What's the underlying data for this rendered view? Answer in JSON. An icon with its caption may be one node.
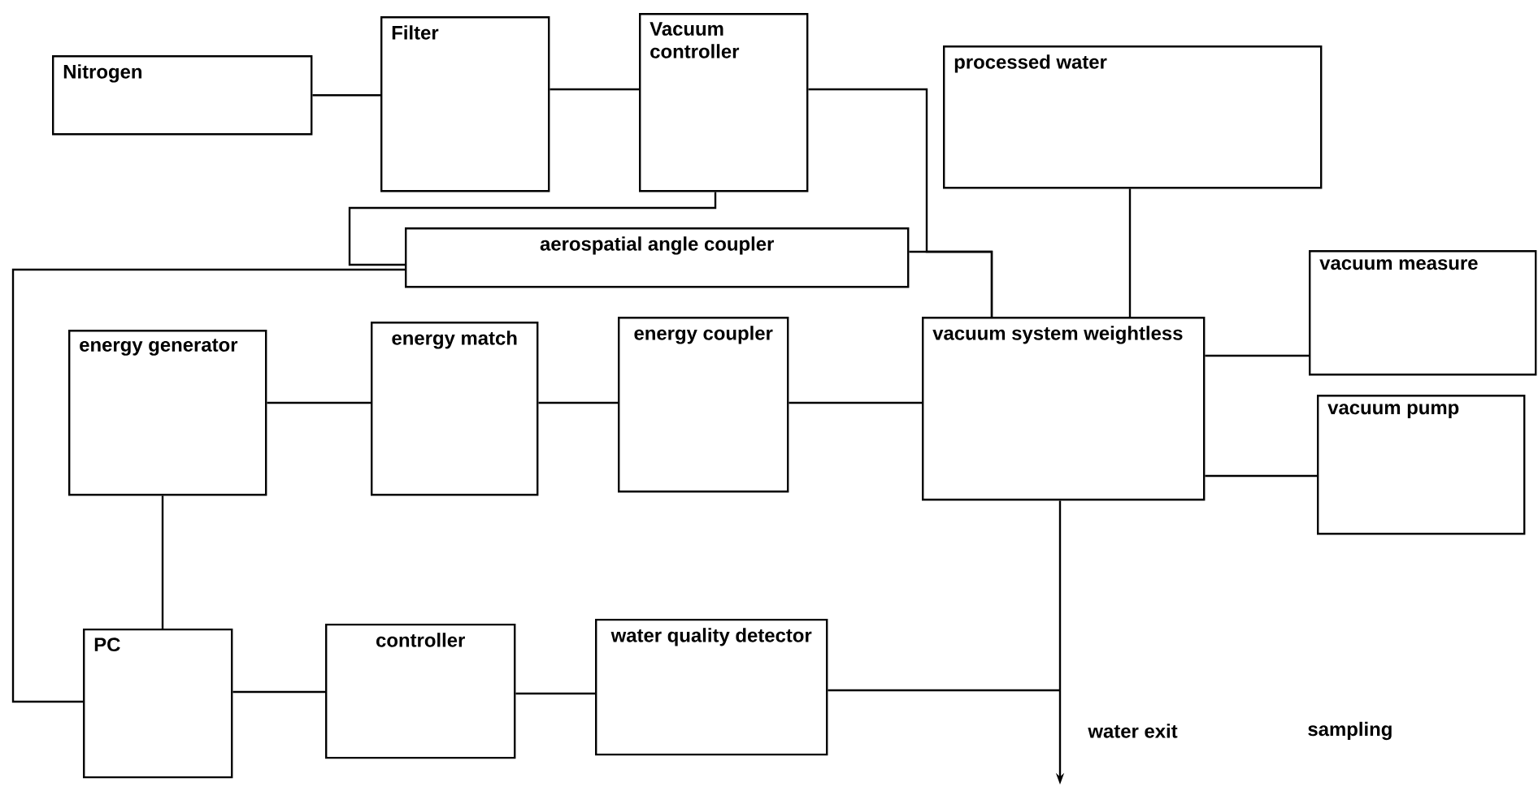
{
  "diagram": {
    "nodes": [
      {
        "text": [
          "Nitrogen"
        ]
      },
      {
        "text": [
          "Filter"
        ]
      },
      {
        "text": [
          "Vacuum controller"
        ]
      },
      {
        "text": [
          "processed water"
        ]
      },
      {
        "text": [
          "aerospatial angle coupler"
        ]
      },
      {
        "text": [
          "energy generator"
        ]
      },
      {
        "text": [
          "energy match"
        ]
      },
      {
        "text": [
          "energy coupler"
        ]
      },
      {
        "text": [
          "vacuum system weightless"
        ]
      },
      {
        "text": [
          "vacuum measure"
        ]
      },
      {
        "text": [
          "vacuum pump"
        ]
      },
      {
        "text": [
          "PC"
        ]
      },
      {
        "text": [
          "controller"
        ]
      },
      {
        "text": [
          "water quality detector"
        ]
      }
    ],
    "edges": [
      {
        "from": 0,
        "to": 1,
        "arrow": "none"
      },
      {
        "from": 1,
        "to": 2,
        "arrow": "none"
      },
      {
        "from": 2,
        "to": 8,
        "arrow": "none"
      },
      {
        "from": 4,
        "to": 8,
        "arrow": "none"
      },
      {
        "from": 2,
        "to": 4,
        "arrow": "none"
      },
      {
        "from": 4,
        "to": 11,
        "arrow": "none"
      },
      {
        "from": 3,
        "to": 8,
        "arrow": "none"
      },
      {
        "from": 5,
        "to": 6,
        "arrow": "none"
      },
      {
        "from": 6,
        "to": 7,
        "arrow": "none"
      },
      {
        "from": 7,
        "to": 8,
        "arrow": "none"
      },
      {
        "from": 5,
        "to": 11,
        "arrow": "none"
      },
      {
        "from": 8,
        "to": 9,
        "arrow": "none"
      },
      {
        "from": 8,
        "to": 10,
        "arrow": "none"
      },
      {
        "from": 11,
        "to": 12,
        "arrow": "none"
      },
      {
        "from": 12,
        "to": 13,
        "arrow": "none"
      },
      {
        "from": 13,
        "to": null,
        "arrow": "none"
      },
      {
        "from": 8,
        "to": null,
        "arrow": "to"
      }
    ],
    "labels": [
      "water exit",
      "sampling"
    ]
  }
}
